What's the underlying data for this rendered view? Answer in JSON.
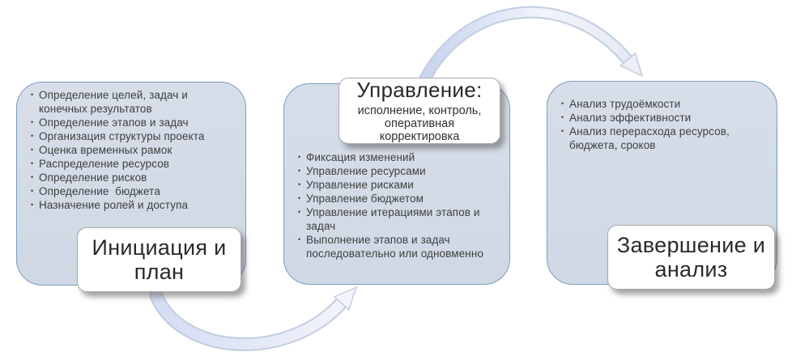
{
  "bullet_char": "•",
  "colors": {
    "box_fill_top": "#d7dee9",
    "box_fill_bottom": "#cfd8e4",
    "box_border": "#7b9cbd",
    "label_border": "#ababab",
    "arrow_fill_light": "#f1f4fb",
    "arrow_fill_blue": "#c7d4ed",
    "text": "#3e3e3e"
  },
  "phases": {
    "initiation": {
      "label": "Инициация и план",
      "items": [
        "Определение целей, задач и конечных результатов",
        "Определение этапов и задач",
        "Организация структуры проекта",
        "Оценка временных рамок",
        "Распределение ресурсов",
        "Определение рисков",
        "Определение  бюджета",
        "Назначение ролей и доступа"
      ]
    },
    "management": {
      "header_title": "Управление:",
      "header_subtitle": "исполнение, контроль, оперативная корректировка",
      "items": [
        "Фиксация изменений",
        "Управление ресурсами",
        "Управление рисками",
        "Управление бюджетом",
        "Управление итерациями этапов и задач",
        "Выполнение этапов и задач последовательно или одновменно"
      ]
    },
    "completion": {
      "label": "Завершение и анализ",
      "items": [
        "Анализ трудоёмкости",
        "Анализ эффективности",
        "Анализ перерасхода ресурсов, бюджета, сроков"
      ]
    }
  },
  "arrows": [
    {
      "name": "curved-arrow-initiation-to-management"
    },
    {
      "name": "curved-arrow-management-to-completion"
    }
  ]
}
